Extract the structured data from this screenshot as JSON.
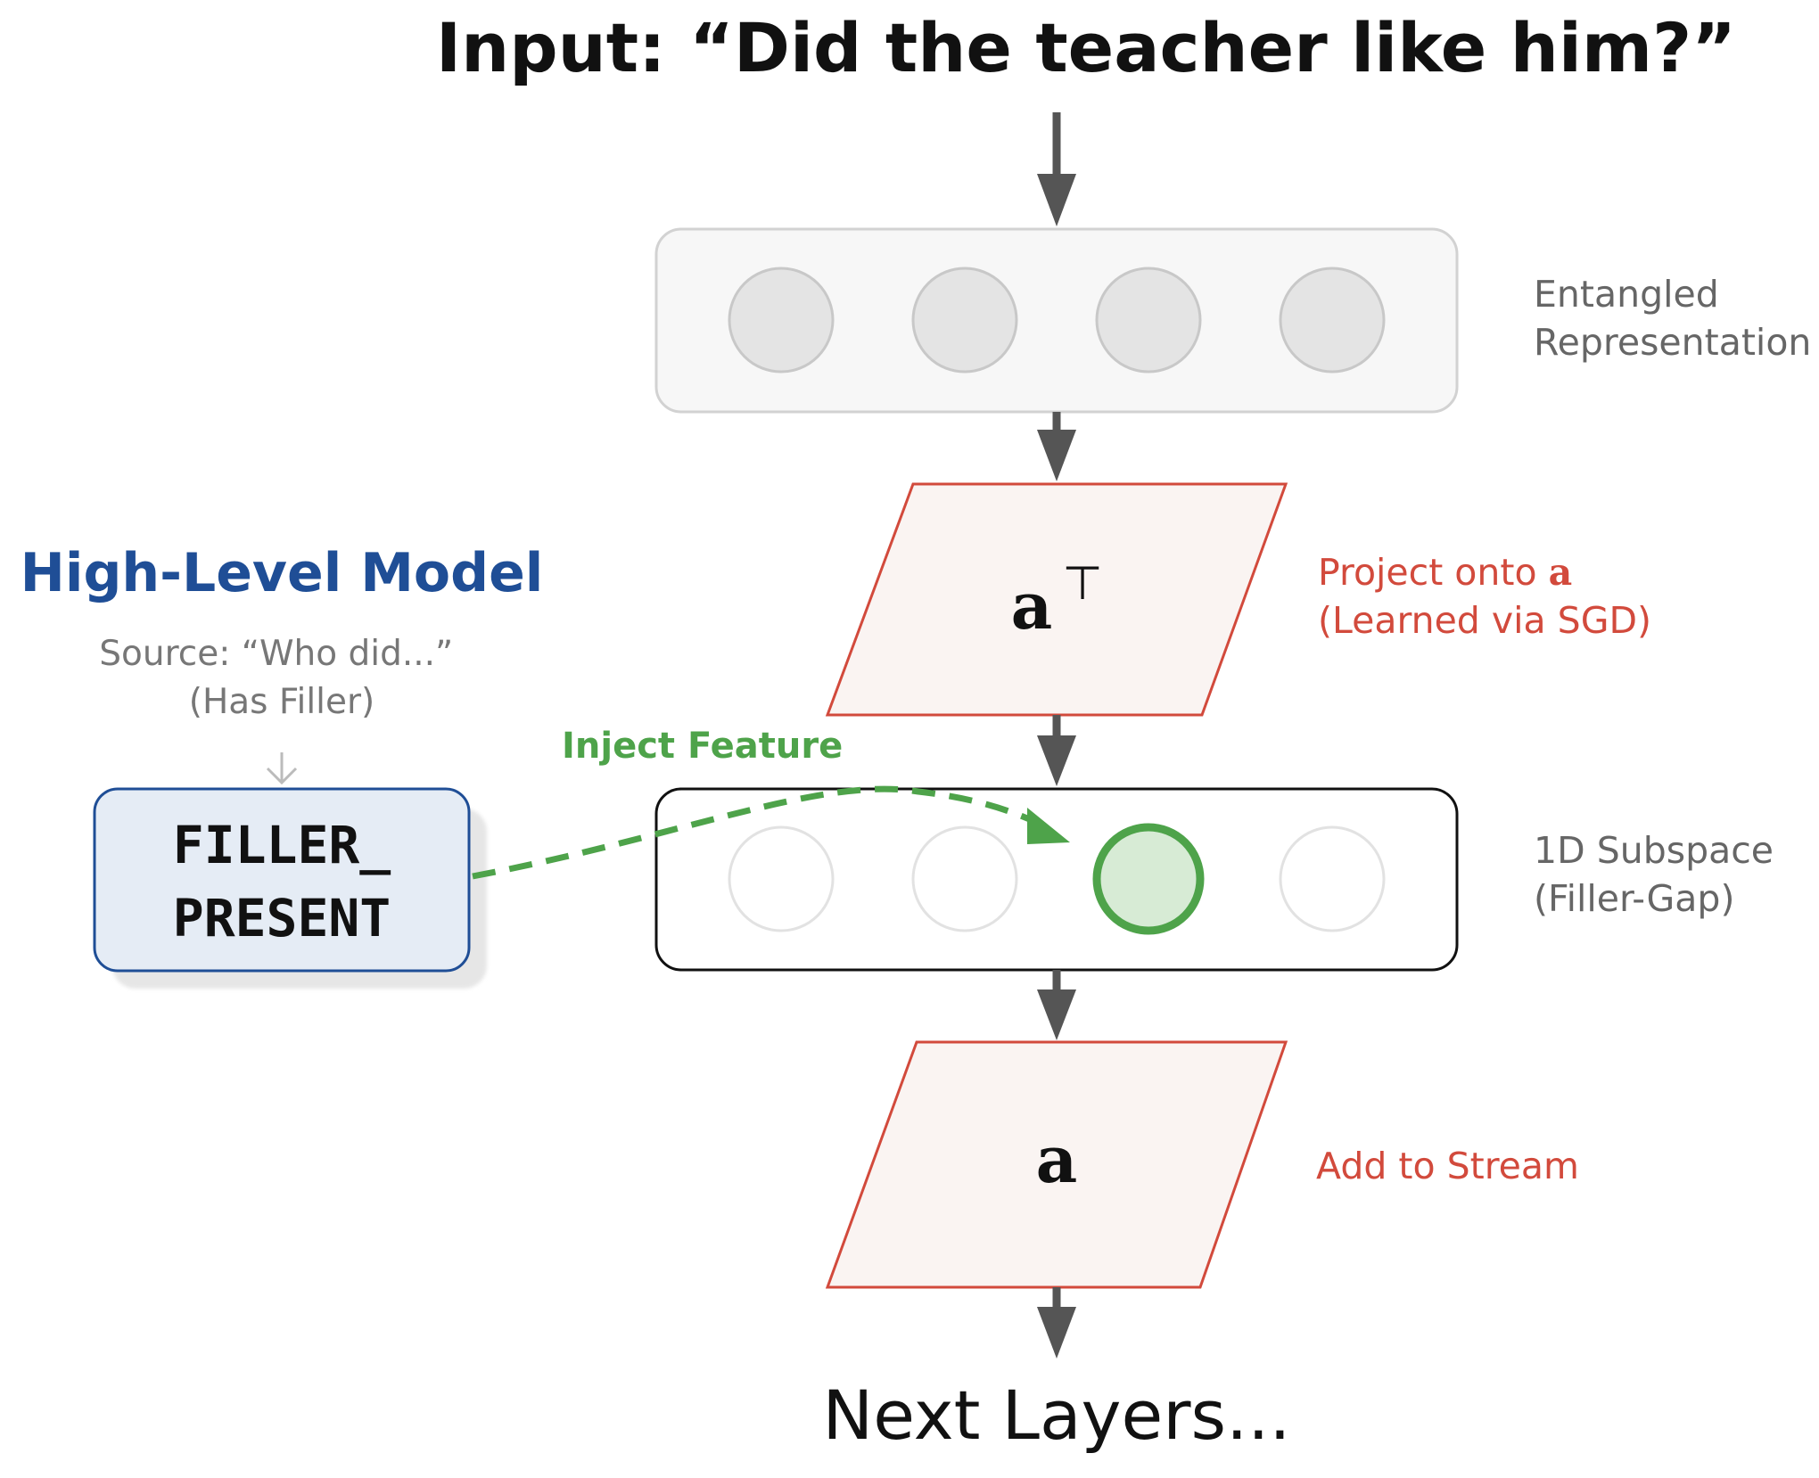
{
  "title": "Input: “Did the teacher like him?”",
  "entangled_label": {
    "line1": "Entangled",
    "line2": "Representation"
  },
  "project": {
    "symbol": "a",
    "superscript": "⊤",
    "line1_prefix": "Project onto ",
    "line1_symbol": "a",
    "line2": "(Learned via SGD)"
  },
  "subspace_label": {
    "line1": "1D Subspace",
    "line2": "(Filler-Gap)"
  },
  "add": {
    "symbol": "a",
    "label": "Add to Stream"
  },
  "next_layers": "Next Layers...",
  "high_level": {
    "title": "High-Level Model",
    "source_line1": "Source: “Who did...”",
    "source_line2": "(Has Filler)",
    "box_line1": "FILLER_",
    "box_line2": "PRESENT"
  },
  "inject_label": "Inject Feature",
  "colors": {
    "red": "#d24a3c",
    "green": "#4ea34a",
    "blue": "#1f4e96",
    "gray_text": "#666666",
    "arrow": "#555555"
  }
}
